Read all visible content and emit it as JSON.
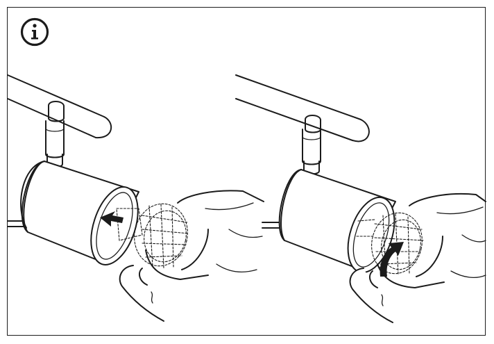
{
  "diagram": {
    "icon": "info-icon",
    "panels": [
      {
        "id": "step-1",
        "action": "push-bulb-in",
        "arrow": "left-arrow-icon"
      },
      {
        "id": "step-2",
        "action": "twist-bulb",
        "arrow": "curved-arrow-icon"
      }
    ],
    "colors": {
      "line": "#1b1b1b",
      "background": "#ffffff"
    }
  }
}
